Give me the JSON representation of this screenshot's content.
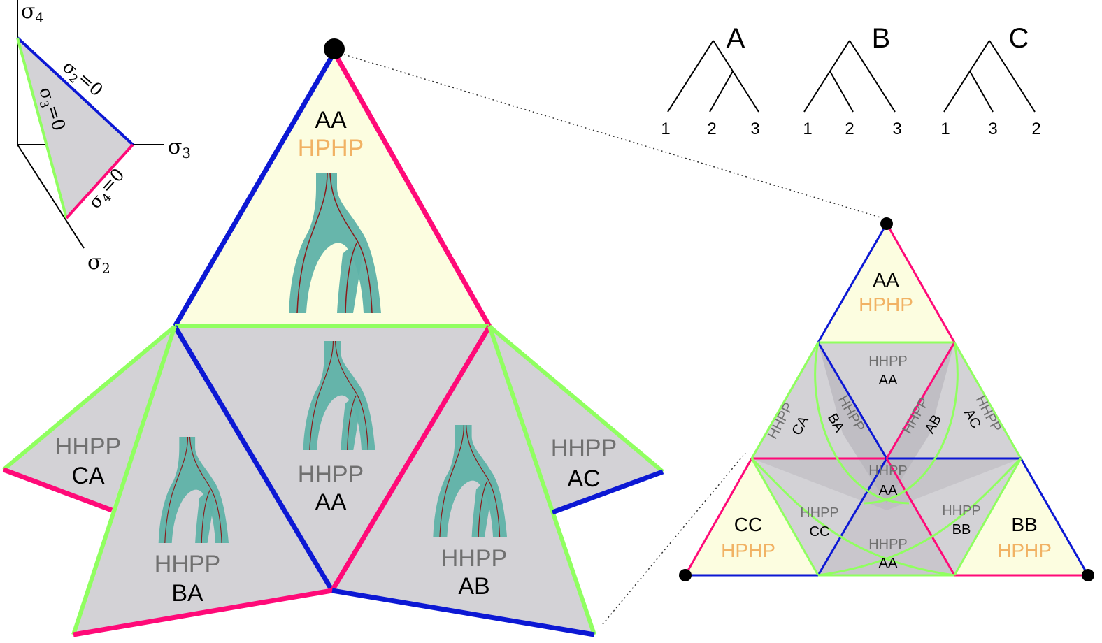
{
  "colors": {
    "blue": "#0c18d4",
    "pink": "#ff0a78",
    "green": "#90ff60",
    "yellow_fill": "#fcfde0",
    "gray_fill": "#d3d2d6",
    "dark_fill": "#b6b3ba",
    "hphp_orange": "#f1b264",
    "hhpp_gray": "#707070",
    "tube": "#5fb2a8",
    "lineage": "#8b1a1a"
  },
  "axes_inset": {
    "axis_sigma4": "σ4",
    "axis_sigma3": "σ3",
    "axis_sigma2": "σ2",
    "label_s2_zero": "σ2=0",
    "label_s3_zero": "σ3=0",
    "label_s4_zero": "σ4=0"
  },
  "topologies": [
    {
      "name": "A",
      "leaves": [
        "1",
        "2",
        "3"
      ]
    },
    {
      "name": "B",
      "leaves": [
        "1",
        "2",
        "3"
      ]
    },
    {
      "name": "C",
      "leaves": [
        "1",
        "3",
        "2"
      ]
    }
  ],
  "big_net": {
    "top": {
      "top_label": "AA",
      "bottom_label": "HPHP"
    },
    "center": {
      "top_label": "HHPP",
      "bottom_label": "AA"
    },
    "left_inner": {
      "top_label": "HHPP",
      "bottom_label": "BA"
    },
    "right_inner": {
      "top_label": "HHPP",
      "bottom_label": "AB"
    },
    "left_flap": {
      "top_label": "HHPP",
      "bottom_label": "CA"
    },
    "right_flap": {
      "top_label": "HHPP",
      "bottom_label": "AC"
    }
  },
  "small_triangle": {
    "top": {
      "top_label": "AA",
      "bottom_label": "HPHP"
    },
    "left": {
      "top_label": "CC",
      "bottom_label": "HPHP"
    },
    "right": {
      "top_label": "BB",
      "bottom_label": "HPHP"
    },
    "upper_center": {
      "top_label": "HHPP",
      "bottom_label": "AA"
    },
    "left_outer": {
      "top_label": "HHPP",
      "bottom_label": "CA"
    },
    "left_inner": {
      "top_label": "HHPP",
      "bottom_label": "BA"
    },
    "right_inner": {
      "top_label": "HHPP",
      "bottom_label": "AB"
    },
    "right_outer": {
      "top_label": "HHPP",
      "bottom_label": "AC"
    },
    "middle": {
      "top_label": "HHPP",
      "bottom_label": "AA"
    },
    "lower_left": {
      "top_label": "HHPP",
      "bottom_label": "CC"
    },
    "lower_right": {
      "top_label": "HHPP",
      "bottom_label": "BB"
    },
    "bottom_center": {
      "top_label": "HHPP",
      "bottom_label": "AA"
    }
  }
}
